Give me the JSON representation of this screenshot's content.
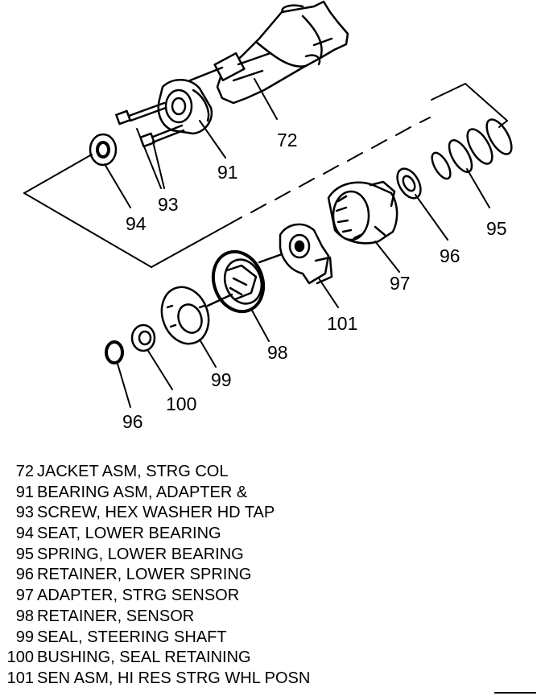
{
  "callouts": {
    "c72": "72",
    "c91": "91",
    "c93": "93",
    "c94": "94",
    "c95": "95",
    "c96a": "96",
    "c97": "97",
    "c101": "101",
    "c98": "98",
    "c99": "99",
    "c100": "100",
    "c96b": "96"
  },
  "legend": [
    {
      "num": "72",
      "text": "JACKET ASM, STRG COL"
    },
    {
      "num": "91",
      "text": "BEARING ASM, ADAPTER &"
    },
    {
      "num": "93",
      "text": "SCREW, HEX WASHER HD TAP"
    },
    {
      "num": "94",
      "text": "SEAT, LOWER BEARING"
    },
    {
      "num": "95",
      "text": "SPRING, LOWER BEARING"
    },
    {
      "num": "96",
      "text": "RETAINER, LOWER SPRING"
    },
    {
      "num": "97",
      "text": "ADAPTER, STRG SENSOR"
    },
    {
      "num": "98",
      "text": "RETAINER, SENSOR"
    },
    {
      "num": "99",
      "text": "SEAL, STEERING SHAFT"
    },
    {
      "num": "100",
      "text": "BUSHING, SEAL RETAINING"
    },
    {
      "num": "101",
      "text": "SEN ASM, HI RES STRG WHL POSN"
    }
  ]
}
